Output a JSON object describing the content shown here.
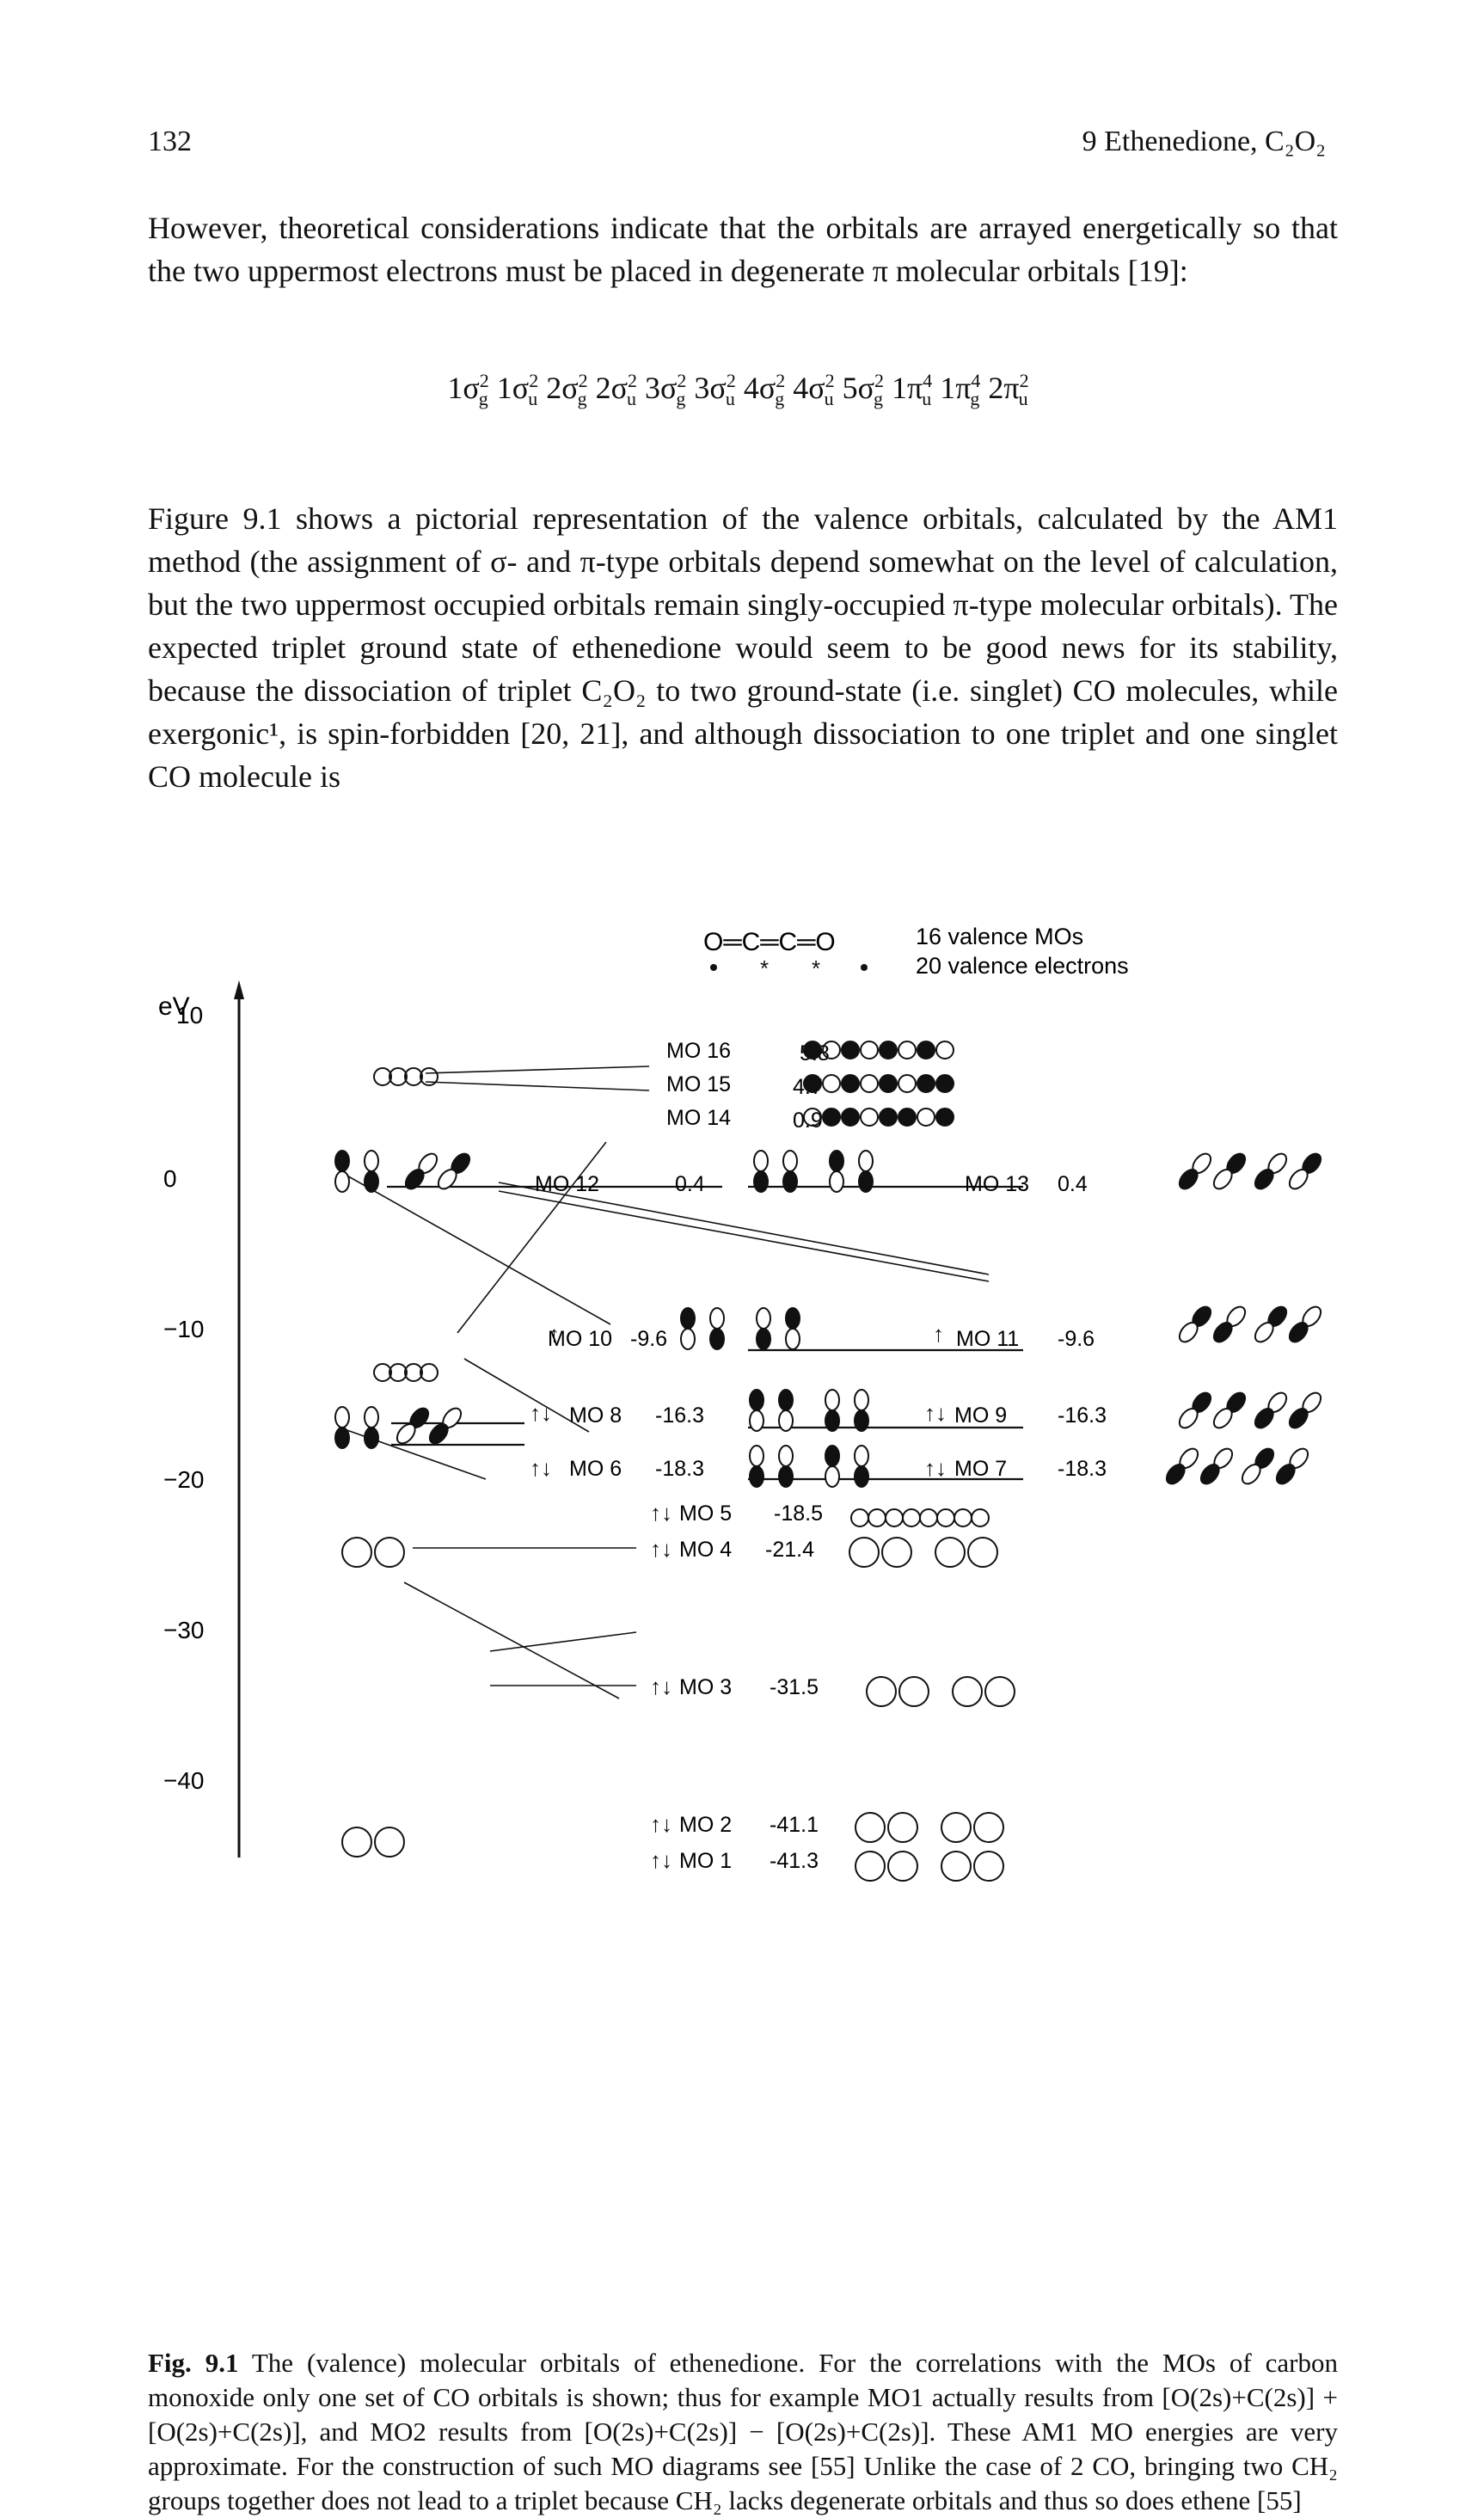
{
  "header": {
    "page_number": "132",
    "running_head": "9 Ethenedione, C₂O₂"
  },
  "paragraph_1": "However, theoretical considerations indicate that the orbitals are arrayed energetically so that the two uppermost electrons must be placed in degenerate π molecular orbitals [19]:",
  "configuration": [
    {
      "main": "1σ",
      "sub": "g",
      "sup": "2"
    },
    {
      "main": "1σ",
      "sub": "u",
      "sup": "2"
    },
    {
      "main": "2σ",
      "sub": "g",
      "sup": "2"
    },
    {
      "main": "2σ",
      "sub": "u",
      "sup": "2"
    },
    {
      "main": "3σ",
      "sub": "g",
      "sup": "2"
    },
    {
      "main": "3σ",
      "sub": "u",
      "sup": "2"
    },
    {
      "main": "4σ",
      "sub": "g",
      "sup": "2"
    },
    {
      "main": "4σ",
      "sub": "u",
      "sup": "2"
    },
    {
      "main": "5σ",
      "sub": "g",
      "sup": "2"
    },
    {
      "main": "1π",
      "sub": "u",
      "sup": "4"
    },
    {
      "main": "1π",
      "sub": "g",
      "sup": "4"
    },
    {
      "main": "2π",
      "sub": "u",
      "sup": "2"
    }
  ],
  "paragraph_2": "Figure 9.1 shows a pictorial representation of the valence orbitals, calculated by the AM1 method (the assignment of σ- and π-type orbitals depend somewhat on the level of calculation, but the two uppermost occupied orbitals remain singly-occupied π-type molecular orbitals). The expected triplet ground state of ethenedione would seem to be good news for its stability, because the dissociation of triplet C₂O₂ to two ground-state (i.e. singlet) CO molecules, while exergonic¹, is spin-forbidden [20, 21], and although dissociation to one triplet and one singlet CO molecule is",
  "figure": {
    "molecule": "O═C═C═O",
    "info_line_1": "16 valence MOs",
    "info_line_2": "20 valence electrons",
    "axis_unit": "eV",
    "axis_ticks": [
      "10",
      "0",
      "−10",
      "−20",
      "−30",
      "−40"
    ],
    "orbitals": [
      {
        "label": "MO 16",
        "energy": "5.8"
      },
      {
        "label": "MO 15",
        "energy": "4.7"
      },
      {
        "label": "MO 14",
        "energy": "0.9"
      },
      {
        "label": "MO 12",
        "energy": "0.4"
      },
      {
        "label": "MO 13",
        "energy": "0.4"
      },
      {
        "label": "MO 10",
        "energy": "-9.6"
      },
      {
        "label": "MO 11",
        "energy": "-9.6"
      },
      {
        "label": "MO 8",
        "energy": "-16.3"
      },
      {
        "label": "MO 9",
        "energy": "-16.3"
      },
      {
        "label": "MO 6",
        "energy": "-18.3"
      },
      {
        "label": "MO 7",
        "energy": "-18.3"
      },
      {
        "label": "MO 5",
        "energy": "-18.5"
      },
      {
        "label": "MO 4",
        "energy": "-21.4"
      },
      {
        "label": "MO 3",
        "energy": "-31.5"
      },
      {
        "label": "MO 2",
        "energy": "-41.1"
      },
      {
        "label": "MO 1",
        "energy": "-41.3"
      }
    ]
  },
  "caption": {
    "label": "Fig. 9.1",
    "text": "The (valence) molecular orbitals of ethenedione. For the correlations with the MOs of carbon monoxide only one set of CO orbitals is shown; thus for example MO1 actually results from [O(2s)+C(2s)] + [O(2s)+C(2s)], and MO2 results from [O(2s)+C(2s)] − [O(2s)+C(2s)]. These AM1 MO energies are very approximate. For the construction of such MO diagrams see [55] Unlike the case of 2 CO, bringing two CH₂ groups together does not lead to a triplet because CH₂ lacks degenerate orbitals and thus so does ethene [55]"
  }
}
